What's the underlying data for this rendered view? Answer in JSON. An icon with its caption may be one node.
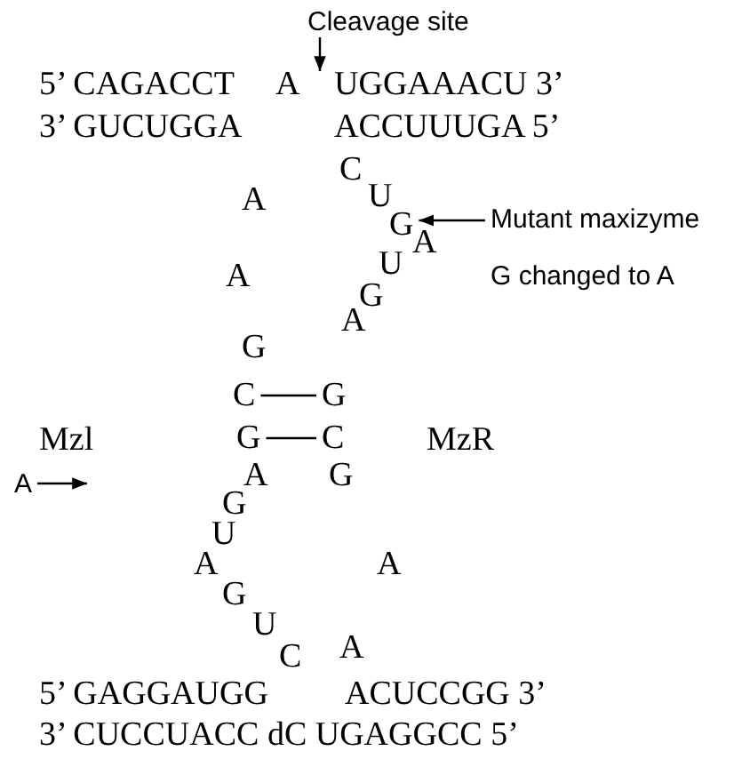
{
  "diagram": {
    "nodes": [
      {
        "text": [
          "Cleavage site"
        ]
      },
      {
        "text": [
          "A"
        ]
      },
      {
        "text": [
          "Mutant maxizyme G changed to A"
        ]
      },
      {
        "text": [
          "G"
        ]
      },
      {
        "text": [
          "C"
        ]
      },
      {
        "text": [
          "G"
        ]
      },
      {
        "text": [
          "G"
        ]
      },
      {
        "text": [
          "C"
        ]
      },
      {
        "text": [
          "A"
        ]
      }
    ],
    "edges": [
      {
        "from": 0,
        "to": 1,
        "arrow": "to"
      },
      {
        "from": 2,
        "to": 3,
        "arrow": "to"
      },
      {
        "from": 4,
        "to": 5,
        "arrow": "none"
      },
      {
        "from": 6,
        "to": 7,
        "arrow": "none"
      },
      {
        "from": 8,
        "to": null,
        "arrow": "to"
      }
    ],
    "labels": [
      "5’ CAGACCT",
      "UGGAAACU 3’",
      "3’ GUCUGGA",
      "ACCUUUGA 5’",
      "C",
      "A",
      "U",
      "A",
      "U",
      "A",
      "G",
      "A",
      "G",
      "Mzl",
      "MzR",
      "A",
      "G",
      "G",
      "U",
      "A",
      "A",
      "G",
      "U",
      "C",
      "A",
      "5’ GAGGAUGG",
      "ACUCCGG 3’",
      "3’ CUCCUACC dC UGAGGCC 5’"
    ]
  }
}
